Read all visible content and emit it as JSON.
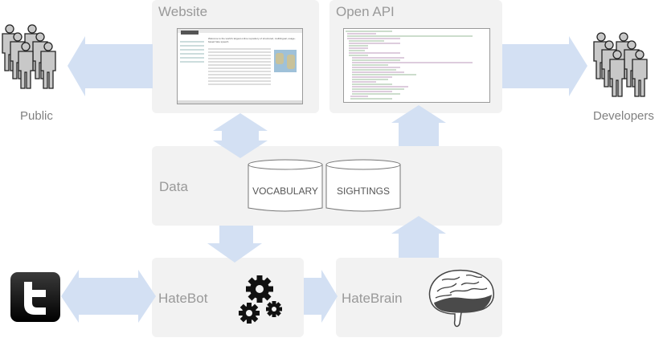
{
  "colors": {
    "box": "#f2f2f2",
    "arrow": "#d3e0f3",
    "title": "#999999"
  },
  "actors": {
    "public": {
      "label": "Public",
      "icon": "people-icon"
    },
    "developers": {
      "label": "Developers",
      "icon": "people-icon"
    },
    "twitter": {
      "icon": "twitter-icon"
    }
  },
  "boxes": {
    "website": {
      "title": "Website",
      "thumbnail": "website-screenshot",
      "thumb_heading": "Welcome to the world's largest online repository of structured, multilingual, usage-based hate speech."
    },
    "open_api": {
      "title": "Open API",
      "thumbnail": "api-code-screenshot"
    },
    "data": {
      "title": "Data",
      "stores": [
        "VOCABULARY",
        "SIGHTINGS"
      ]
    },
    "hatebot": {
      "title": "HateBot",
      "icon": "gears-icon"
    },
    "hatebrain": {
      "title": "HateBrain",
      "icon": "brain-icon"
    }
  }
}
